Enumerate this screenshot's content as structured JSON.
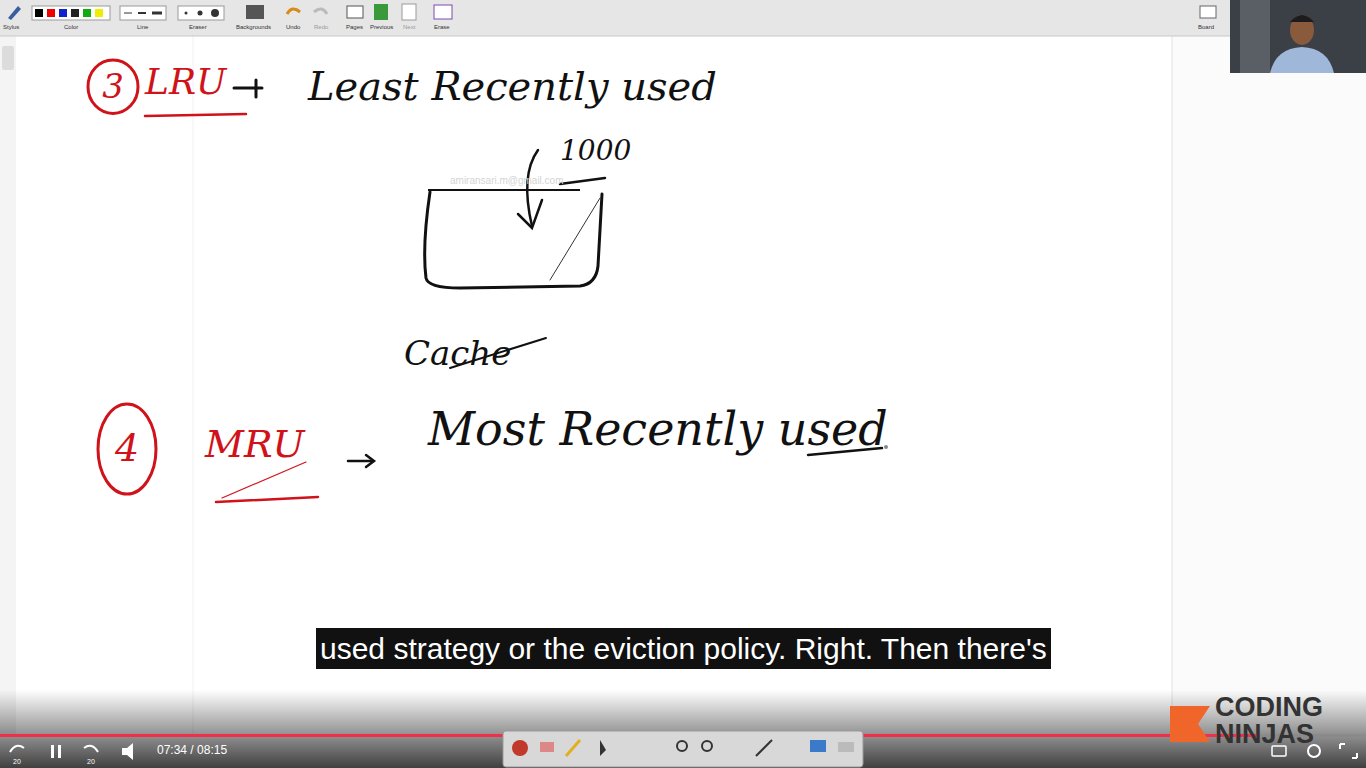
{
  "diagram": {
    "nodes": [
      {
        "text": [
          "3"
        ]
      },
      {
        "text": [
          "Cache"
        ]
      },
      {
        "text": [
          "4"
        ]
      },
      {
        "text": [
          "used strategy or the eviction policy. Right. Then there's"
        ]
      }
    ],
    "labels": [
      "Stylus",
      "Color",
      "Line",
      "Eraser",
      "Backgrounds",
      "Undo",
      "Redo",
      "Pages",
      "Previous",
      "Next",
      "Erase",
      "Board",
      "LRU",
      "Least Recently used",
      "1000",
      "amiransari.m@gmail.com",
      "MRU",
      "Most Recently used",
      "20",
      "20",
      "07:34 / 08:15",
      "CODING",
      "NINJAS"
    ]
  }
}
